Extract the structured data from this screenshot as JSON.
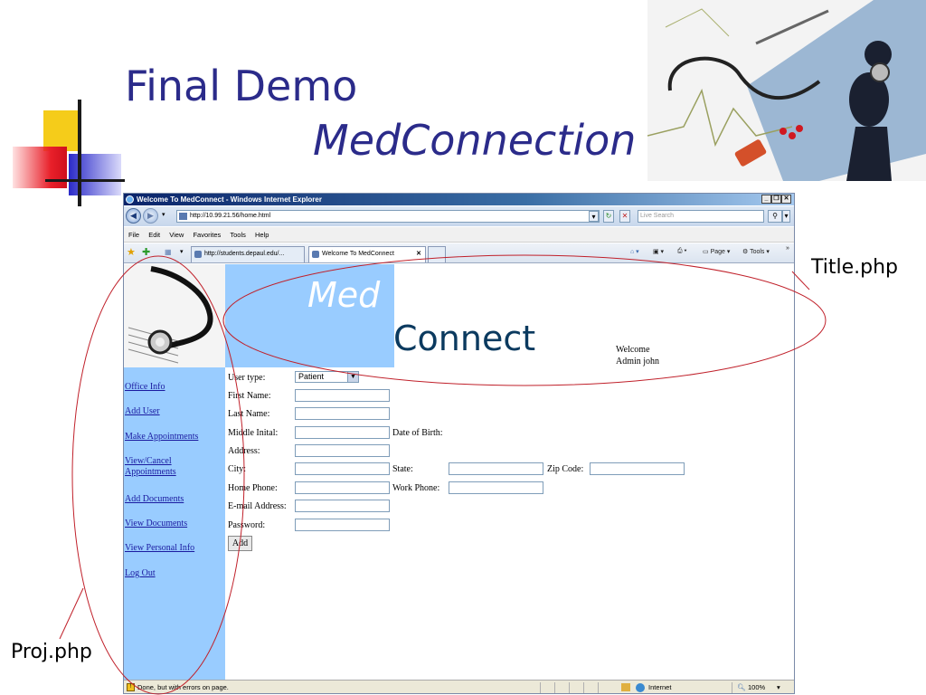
{
  "slide": {
    "title": "Final Demo",
    "subtitle": "MedConnection",
    "callout_right": "Title.php",
    "callout_left": "Proj.php"
  },
  "browser": {
    "window_title": "Welcome To MedConnect - Windows Internet Explorer",
    "url": "http://10.99.21.56/home.html",
    "search_placeholder": "Live Search",
    "menu": [
      "File",
      "Edit",
      "View",
      "Favorites",
      "Tools",
      "Help"
    ],
    "tabs": [
      "http://students.depaul.edu/...",
      "Welcome To MedConnect"
    ],
    "commands": {
      "page": "Page",
      "tools": "Tools"
    },
    "status": {
      "message": "Done, but with errors on page.",
      "zone": "Internet",
      "zoom": "100%"
    }
  },
  "page": {
    "logo_top": "Med",
    "logo_bottom": "Connect",
    "welcome_line1": "Welcome",
    "welcome_line2": "Admin john",
    "nav": [
      "Office Info",
      "Add User",
      "Make Appointments",
      "View/Cancel Appointments",
      "Add Documents",
      "View Documents",
      "View Personal Info",
      "Log Out"
    ],
    "form": {
      "user_type_label": "User type:",
      "user_type_value": "Patient",
      "first_name": "First Name:",
      "last_name": "Last Name:",
      "middle_initial": "Middle Inital:",
      "dob": "Date of Birth:",
      "address": "Address:",
      "city": "City:",
      "state": "State:",
      "zip": "Zip Code:",
      "home_phone": "Home Phone:",
      "work_phone": "Work Phone:",
      "email": "E-mail Address:",
      "password": "Password:",
      "submit": "Add"
    }
  },
  "colors": {
    "sidebar": "#99ccff",
    "title": "#2b2b8a",
    "ellipse": "#c0202a"
  }
}
